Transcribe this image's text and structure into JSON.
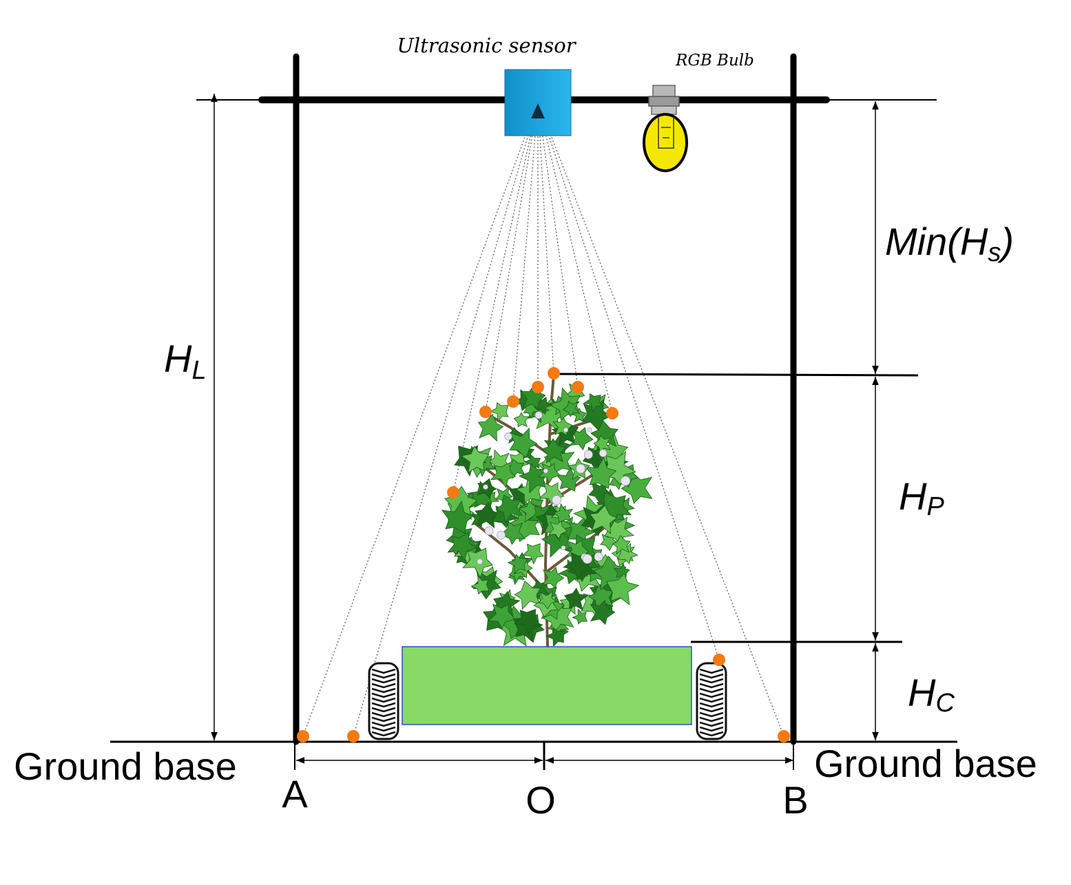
{
  "labels": {
    "sensor": "Ultrasonic sensor",
    "bulb": "RGB Bulb",
    "ground_left": "Ground base",
    "ground_right": "Ground base",
    "point_a": "A",
    "point_o": "O",
    "point_b": "B"
  },
  "dimensions": {
    "hl": {
      "main": "H",
      "sub": "L"
    },
    "min_hs": {
      "pre": "Min(",
      "main": "H",
      "sub": "s",
      "post": ")"
    },
    "hp": {
      "main": "H",
      "sub": "P"
    },
    "hc": {
      "main": "H",
      "sub": "C"
    }
  },
  "colors": {
    "frame": "#000000",
    "sensor": "#1a9fd8",
    "bulb": "#f5e800",
    "platform": "#88d966",
    "platform_border": "#2a4fd0",
    "points": "#f57a12",
    "foliage": "#2f8f2a"
  }
}
